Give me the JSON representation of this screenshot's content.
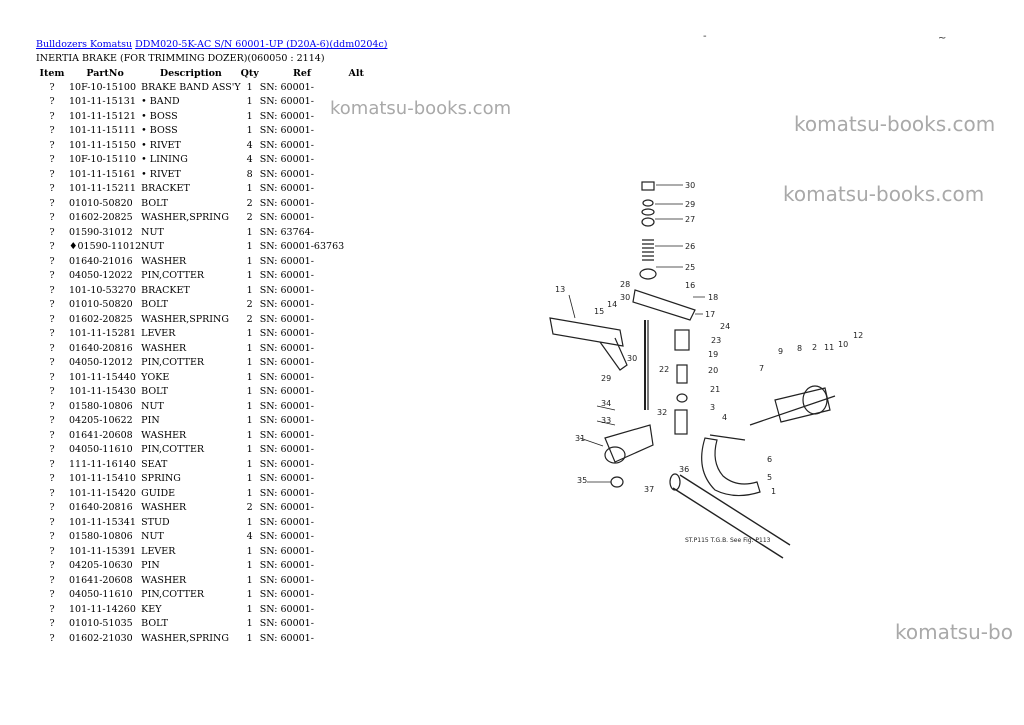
{
  "breadcrumb": {
    "link1": "Bulldozers Komatsu",
    "link2": "DDM020-5K-AC S/N 60001-UP (D20A-6)(ddm0204c)"
  },
  "page_heading": "INERTIA BRAKE (FOR TRIMMING DOZER)(060050 : 2114)",
  "table": {
    "headers": [
      "Item",
      "PartNo",
      "Description",
      "Qty",
      "Ref",
      "Alt"
    ],
    "rows": [
      [
        "?",
        "10F-10-15100",
        "BRAKE BAND ASS'Y",
        "1",
        "SN: 60001-",
        ""
      ],
      [
        "?",
        "101-11-15131",
        "• BAND",
        "1",
        "SN: 60001-",
        ""
      ],
      [
        "?",
        "101-11-15121",
        "• BOSS",
        "1",
        "SN: 60001-",
        ""
      ],
      [
        "?",
        "101-11-15111",
        "• BOSS",
        "1",
        "SN: 60001-",
        ""
      ],
      [
        "?",
        "101-11-15150",
        "• RIVET",
        "4",
        "SN: 60001-",
        ""
      ],
      [
        "?",
        "10F-10-15110",
        "• LINING",
        "4",
        "SN: 60001-",
        ""
      ],
      [
        "?",
        "101-11-15161",
        "• RIVET",
        "8",
        "SN: 60001-",
        ""
      ],
      [
        "?",
        "101-11-15211",
        "BRACKET",
        "1",
        "SN: 60001-",
        ""
      ],
      [
        "?",
        "01010-50820",
        "BOLT",
        "2",
        "SN: 60001-",
        ""
      ],
      [
        "?",
        "01602-20825",
        "WASHER,SPRING",
        "2",
        "SN: 60001-",
        ""
      ],
      [
        "?",
        "01590-31012",
        "NUT",
        "1",
        "SN: 63764-",
        ""
      ],
      [
        "?",
        "♦01590-11012",
        "NUT",
        "1",
        "SN: 60001-63763",
        ""
      ],
      [
        "?",
        "01640-21016",
        "WASHER",
        "1",
        "SN: 60001-",
        ""
      ],
      [
        "?",
        "04050-12022",
        "PIN,COTTER",
        "1",
        "SN: 60001-",
        ""
      ],
      [
        "?",
        "101-10-53270",
        "BRACKET",
        "1",
        "SN: 60001-",
        ""
      ],
      [
        "?",
        "01010-50820",
        "BOLT",
        "2",
        "SN: 60001-",
        ""
      ],
      [
        "?",
        "01602-20825",
        "WASHER,SPRING",
        "2",
        "SN: 60001-",
        ""
      ],
      [
        "?",
        "101-11-15281",
        "LEVER",
        "1",
        "SN: 60001-",
        ""
      ],
      [
        "?",
        "01640-20816",
        "WASHER",
        "1",
        "SN: 60001-",
        ""
      ],
      [
        "?",
        "04050-12012",
        "PIN,COTTER",
        "1",
        "SN: 60001-",
        ""
      ],
      [
        "?",
        "101-11-15440",
        "YOKE",
        "1",
        "SN: 60001-",
        ""
      ],
      [
        "?",
        "101-11-15430",
        "BOLT",
        "1",
        "SN: 60001-",
        ""
      ],
      [
        "?",
        "01580-10806",
        "NUT",
        "1",
        "SN: 60001-",
        ""
      ],
      [
        "?",
        "04205-10622",
        "PIN",
        "1",
        "SN: 60001-",
        ""
      ],
      [
        "?",
        "01641-20608",
        "WASHER",
        "1",
        "SN: 60001-",
        ""
      ],
      [
        "?",
        "04050-11610",
        "PIN,COTTER",
        "1",
        "SN: 60001-",
        ""
      ],
      [
        "?",
        "111-11-16140",
        "SEAT",
        "1",
        "SN: 60001-",
        ""
      ],
      [
        "?",
        "101-11-15410",
        "SPRING",
        "1",
        "SN: 60001-",
        ""
      ],
      [
        "?",
        "101-11-15420",
        "GUIDE",
        "1",
        "SN: 60001-",
        ""
      ],
      [
        "?",
        "01640-20816",
        "WASHER",
        "2",
        "SN: 60001-",
        ""
      ],
      [
        "?",
        "101-11-15341",
        "STUD",
        "1",
        "SN: 60001-",
        ""
      ],
      [
        "?",
        "01580-10806",
        "NUT",
        "4",
        "SN: 60001-",
        ""
      ],
      [
        "?",
        "101-11-15391",
        "LEVER",
        "1",
        "SN: 60001-",
        ""
      ],
      [
        "?",
        "04205-10630",
        "PIN",
        "1",
        "SN: 60001-",
        ""
      ],
      [
        "?",
        "01641-20608",
        "WASHER",
        "1",
        "SN: 60001-",
        ""
      ],
      [
        "?",
        "04050-11610",
        "PIN,COTTER",
        "1",
        "SN: 60001-",
        ""
      ],
      [
        "?",
        "101-11-14260",
        "KEY",
        "1",
        "SN: 60001-",
        ""
      ],
      [
        "?",
        "01010-51035",
        "BOLT",
        "1",
        "SN: 60001-",
        ""
      ],
      [
        "?",
        "01602-21030",
        "WASHER,SPRING",
        "1",
        "SN: 60001-",
        ""
      ]
    ]
  },
  "watermarks": [
    "komatsu-books.com",
    "komatsu-books.com",
    "komatsu-books.com",
    "komatsu-bo"
  ],
  "diagram": {
    "callouts": [
      "30",
      "29",
      "27",
      "26",
      "25",
      "28",
      "30",
      "16",
      "18",
      "17",
      "24",
      "23",
      "19",
      "13",
      "14",
      "15",
      "30",
      "22",
      "20",
      "21",
      "3",
      "29",
      "34",
      "33",
      "32",
      "4",
      "31",
      "36",
      "6",
      "5",
      "1",
      "35",
      "37",
      "9",
      "8",
      "2",
      "11",
      "10",
      "12",
      "7"
    ],
    "note": "ST.P115 T.G.B. See Fig. P113"
  },
  "colors": {
    "link": "#0000ee",
    "watermark": "#a9a9a9"
  }
}
